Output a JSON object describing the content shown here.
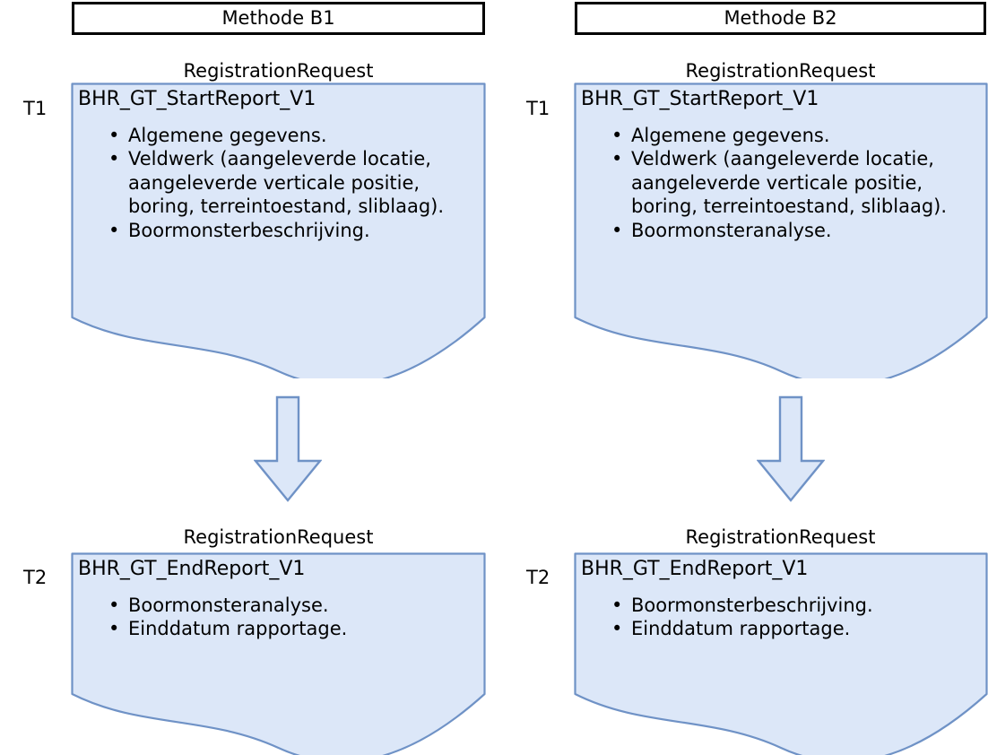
{
  "palette": {
    "doc_fill": "#dce7f8",
    "doc_stroke": "#6f92c6",
    "header_border": "#000000",
    "page_background": "#ffffff",
    "text": "#000000"
  },
  "columns": [
    {
      "id": "b1",
      "header": "Methode B1",
      "steps": [
        {
          "time_label": "T1",
          "caption": "RegistrationRequest",
          "title": "BHR_GT_StartReport_V1",
          "items": [
            "Algemene gegevens.",
            "Veldwerk (aangeleverde locatie, aangeleverde verticale positie, boring, terreintoestand, sliblaag).",
            "Boormonsterbeschrijving."
          ]
        },
        {
          "time_label": "T2",
          "caption": "RegistrationRequest",
          "title": "BHR_GT_EndReport_V1",
          "items": [
            "Boormonsteranalyse.",
            "Einddatum rapportage."
          ]
        }
      ],
      "arrow": "down-arrow"
    },
    {
      "id": "b2",
      "header": "Methode B2",
      "steps": [
        {
          "time_label": "T1",
          "caption": "RegistrationRequest",
          "title": "BHR_GT_StartReport_V1",
          "items": [
            "Algemene gegevens.",
            "Veldwerk (aangeleverde locatie, aangeleverde verticale positie, boring, terreintoestand, sliblaag).",
            "Boormonsteranalyse."
          ]
        },
        {
          "time_label": "T2",
          "caption": "RegistrationRequest",
          "title": "BHR_GT_EndReport_V1",
          "items": [
            "Boormonsterbeschrijving.",
            "Einddatum rapportage."
          ]
        }
      ],
      "arrow": "down-arrow"
    }
  ],
  "bullet_glyph": "•"
}
